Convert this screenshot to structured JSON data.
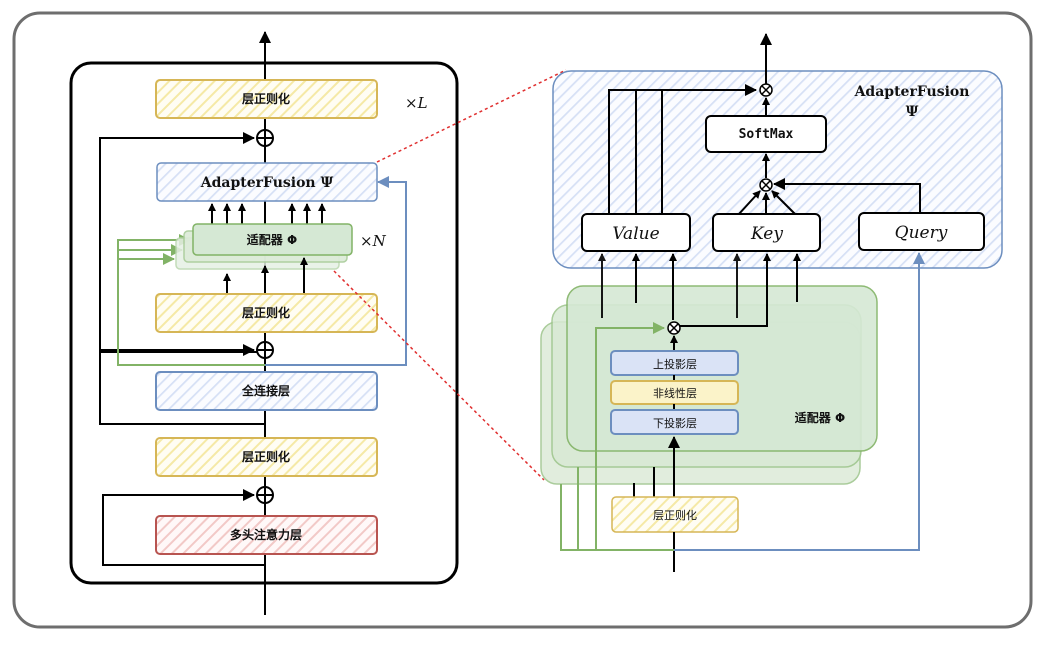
{
  "diagram": {
    "title": "Transformer layer with Adapters and AdapterFusion",
    "left_panel": {
      "repeat_label": "×L",
      "adapter_repeat_label": "×N",
      "blocks": {
        "top_layernorm": "层正则化",
        "adapter_fusion": "AdapterFusion Ψ",
        "adapter": "适配器  Φ",
        "mid_layernorm": "层正则化",
        "feed_forward": "全连接层",
        "bottom_layernorm": "层正则化",
        "multi_head_attention": "多头注意力层"
      }
    },
    "right_panel": {
      "fusion_title": "AdapterFusion",
      "fusion_symbol": "Ψ",
      "softmax": "SoftMax",
      "value": "Value",
      "key": "Key",
      "query": "Query",
      "adapter_title": "适配器 Φ",
      "up_projection": "上投影层",
      "nonlinear": "非线性层",
      "down_projection": "下投影层",
      "layernorm": "层正则化"
    },
    "colors": {
      "yellow_fill": "#fbf3c9",
      "yellow_stroke": "#d6b656",
      "blue_fill": "#dae3f6",
      "blue_stroke": "#6c8ebf",
      "green_fill": "#d5e8d4",
      "green_stroke": "#82b366",
      "red_fill": "#f8cecc",
      "red_stroke": "#b85450",
      "link_red": "#e03030"
    }
  }
}
